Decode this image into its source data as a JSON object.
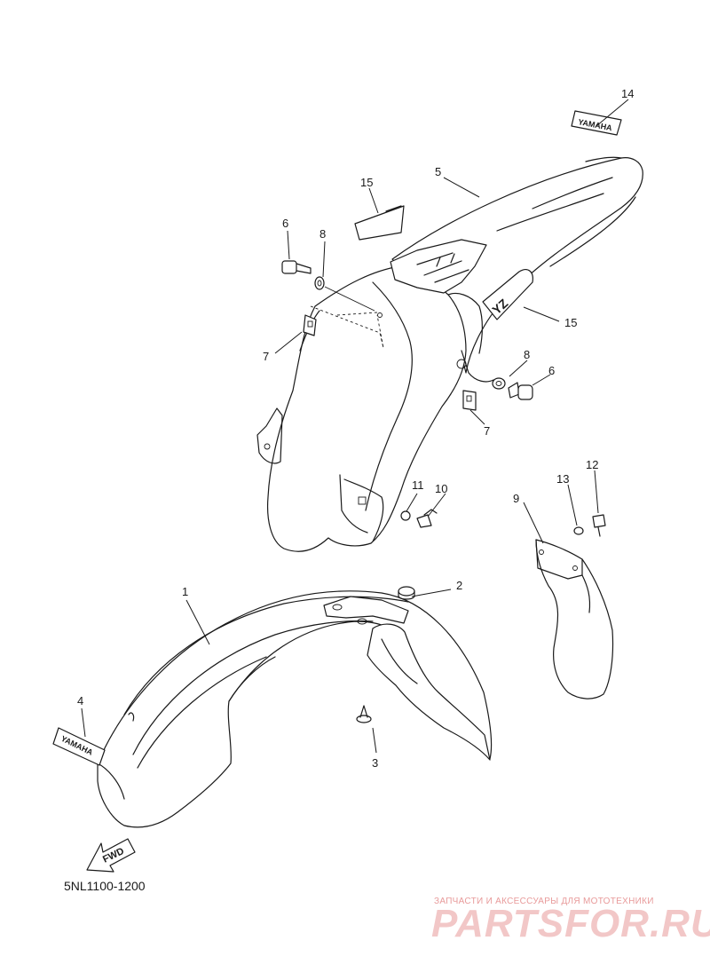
{
  "diagram": {
    "callouts": [
      "1",
      "2",
      "3",
      "4",
      "5",
      "6",
      "7",
      "8",
      "9",
      "10",
      "11",
      "12",
      "13",
      "14",
      "15"
    ],
    "callouts_repeat": {
      "six": "6",
      "seven": "7",
      "eight": "8",
      "fifteen": "15"
    },
    "decals": {
      "brand": "YAMAHA",
      "model": "YZ",
      "fwd": "FWD"
    },
    "part_code": "5NL1100-1200"
  },
  "watermark": {
    "tagline": "ЗАПЧАСТИ И АКСЕССУАРЫ ДЛЯ МОТОТЕХНИКИ",
    "logo": "PARTSFOR.RU",
    "color": "#e89a9a"
  }
}
